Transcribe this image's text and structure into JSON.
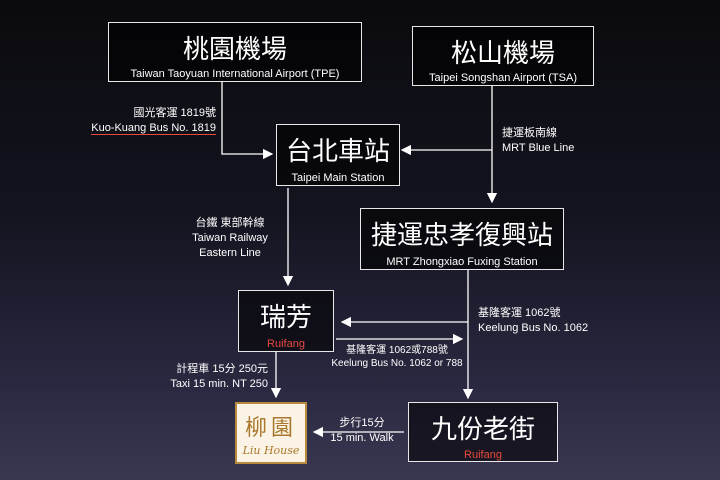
{
  "nodes": {
    "tpe": {
      "zh": "桃園機場",
      "en": "Taiwan Taoyuan International Airport (TPE)"
    },
    "tsa": {
      "zh": "松山機場",
      "en": "Taipei Songshan Airport (TSA)"
    },
    "main": {
      "zh": "台北車站",
      "en": "Taipei Main Station"
    },
    "fuxing": {
      "zh": "捷運忠孝復興站",
      "en": "MRT Zhongxiao Fuxing Station"
    },
    "ruifang": {
      "zh": "瑞芳",
      "en": "Ruifang"
    },
    "jiufen": {
      "zh": "九份老街",
      "en": "Ruifang"
    },
    "liu": {
      "zh": "柳園",
      "en": "Liu House"
    }
  },
  "edges": {
    "tpe_main": {
      "zh": "國光客運 1819號",
      "en": "Kuo-Kuang Bus No. 1819"
    },
    "tsa_main": {
      "zh": "捷運板南線",
      "en": "MRT Blue Line"
    },
    "main_ruifang": {
      "zh": "台鐵 東部幹線",
      "en1": "Taiwan Railway",
      "en2": "Eastern Line"
    },
    "fuxing_jiufen": {
      "zh": "基隆客運 1062號",
      "en": "Keelung Bus No. 1062"
    },
    "ruifang_jiufen": {
      "zh": "基隆客運 1062或788號",
      "en": "Keelung Bus No. 1062 or 788"
    },
    "ruifang_liu": {
      "zh": "計程車 15分 250元",
      "en": "Taxi 15 min. NT 250"
    },
    "jiufen_liu": {
      "zh": "步行15分",
      "en": "15 min. Walk"
    }
  },
  "colors": {
    "line": "#ffffff",
    "accent_red": "#e84a3c",
    "logo_gold": "#a9782c"
  }
}
